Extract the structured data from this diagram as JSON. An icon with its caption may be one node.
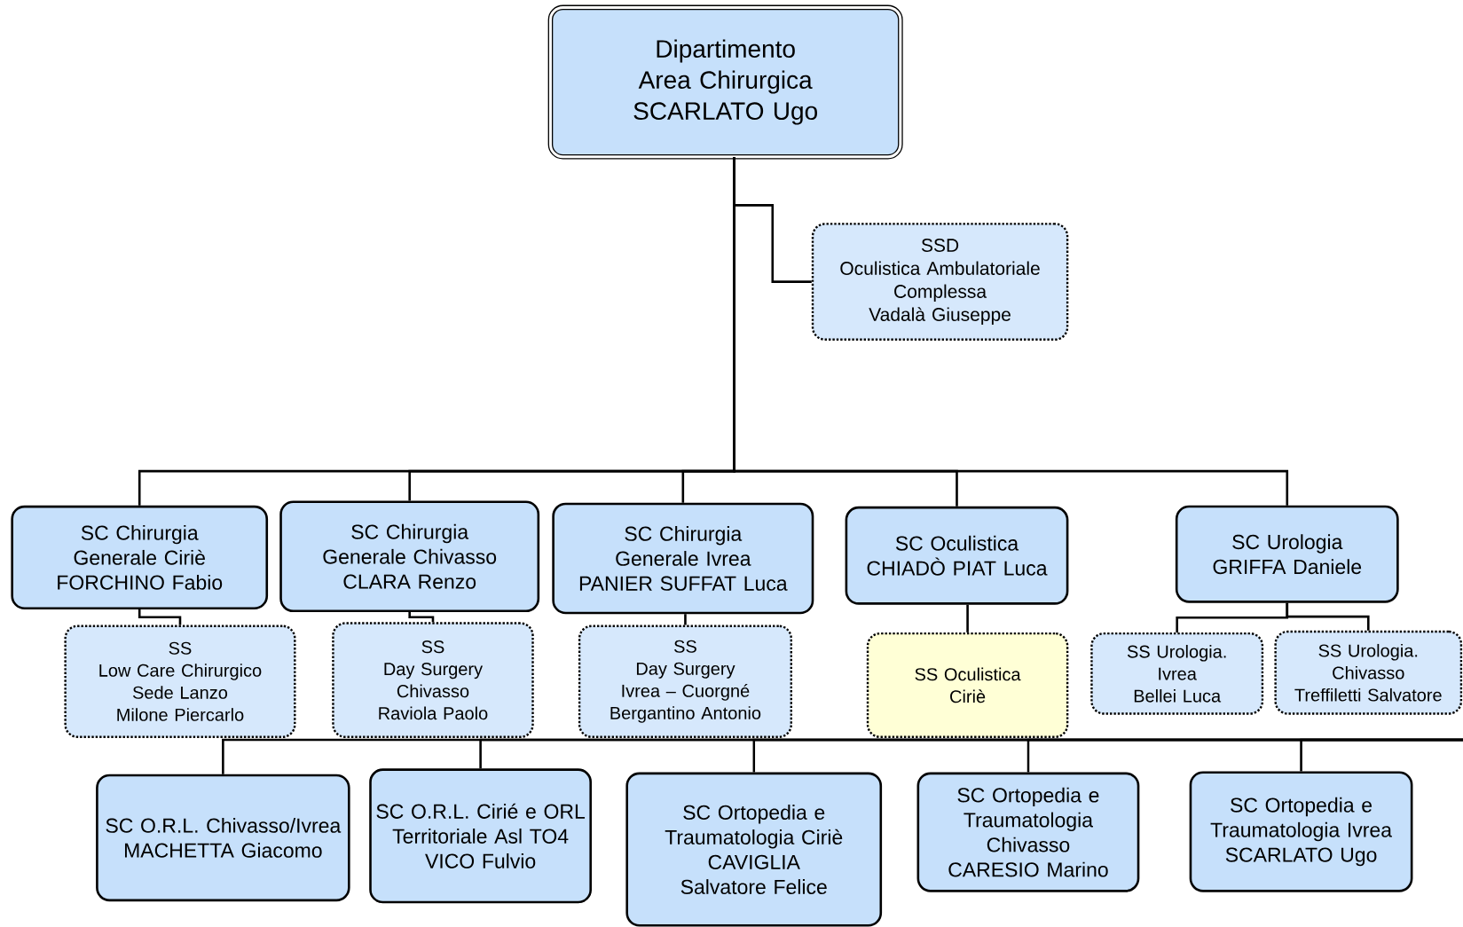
{
  "diagram": {
    "nodes": [
      {
        "text": [
          "Dipartimento Area Chirurgica",
          "SCARLATO Ugo"
        ]
      },
      {
        "text": [
          "SSD",
          "Oculistica Ambulatoriale Complessa",
          "Vadalà Giuseppe"
        ]
      },
      {
        "text": [
          "SC Chirurgia Generale Ciriè",
          "FORCHINO Fabio"
        ]
      },
      {
        "text": [
          "SC Chirurgia Generale Chivasso",
          "CLARA Renzo"
        ]
      },
      {
        "text": [
          "SC Chirurgia Generale Ivrea",
          "PANIER SUFFAT Luca"
        ]
      },
      {
        "text": [
          "SC Oculistica",
          "CHIADÒ PIAT Luca"
        ]
      },
      {
        "text": [
          "SC Urologia",
          "GRIFFA Daniele"
        ]
      },
      {
        "text": [
          "SS",
          "Low Care Chirurgico Sede Lanzo",
          "Milone Piercarlo"
        ]
      },
      {
        "text": [
          "SS",
          "Day Surgery Chivasso",
          "Raviola Paolo"
        ]
      },
      {
        "text": [
          "SS",
          "Day Surgery Ivrea – Cuorgné",
          "Bergantino Antonio"
        ]
      },
      {
        "text": [
          "SS Oculistica Ciriè"
        ]
      },
      {
        "text": [
          "SS Urologia. Ivrea",
          "Bellei Luca"
        ]
      },
      {
        "text": [
          "SS Urologia. Chivasso",
          "Treffiletti Salvatore"
        ]
      },
      {
        "text": [
          "SC O.R.L. Chivasso/Ivrea",
          "MACHETTA Giacomo"
        ]
      },
      {
        "text": [
          "SC O.R.L. Cirié e ORL Territoriale Asl TO4",
          "VICO Fulvio"
        ]
      },
      {
        "text": [
          "SC Ortopedia e Traumatologia Ciriè",
          "CAVIGLIA Salvatore Felice"
        ]
      },
      {
        "text": [
          "SC Ortopedia e Traumatologia Chivasso",
          "CARESIO Marino"
        ]
      },
      {
        "text": [
          "SC Ortopedia e Traumatologia Ivrea",
          "SCARLATO Ugo"
        ]
      }
    ],
    "edges": [
      {
        "from": 0,
        "to": 1,
        "arrow": "none"
      },
      {
        "from": 0,
        "to": 2,
        "arrow": "none"
      },
      {
        "from": 0,
        "to": 3,
        "arrow": "none"
      },
      {
        "from": 0,
        "to": 4,
        "arrow": "none"
      },
      {
        "from": 0,
        "to": 5,
        "arrow": "none"
      },
      {
        "from": 0,
        "to": 6,
        "arrow": "none"
      },
      {
        "from": 2,
        "to": 7,
        "arrow": "none"
      },
      {
        "from": 3,
        "to": 8,
        "arrow": "none"
      },
      {
        "from": 4,
        "to": 9,
        "arrow": "none"
      },
      {
        "from": 5,
        "to": 10,
        "arrow": "none"
      },
      {
        "from": 6,
        "to": 11,
        "arrow": "none"
      },
      {
        "from": 6,
        "to": 12,
        "arrow": "none"
      },
      {
        "from": null,
        "to": 13,
        "arrow": "none"
      },
      {
        "from": null,
        "to": 14,
        "arrow": "none"
      },
      {
        "from": null,
        "to": 15,
        "arrow": "none"
      },
      {
        "from": null,
        "to": 16,
        "arrow": "none"
      },
      {
        "from": null,
        "to": 17,
        "arrow": "none"
      }
    ]
  }
}
